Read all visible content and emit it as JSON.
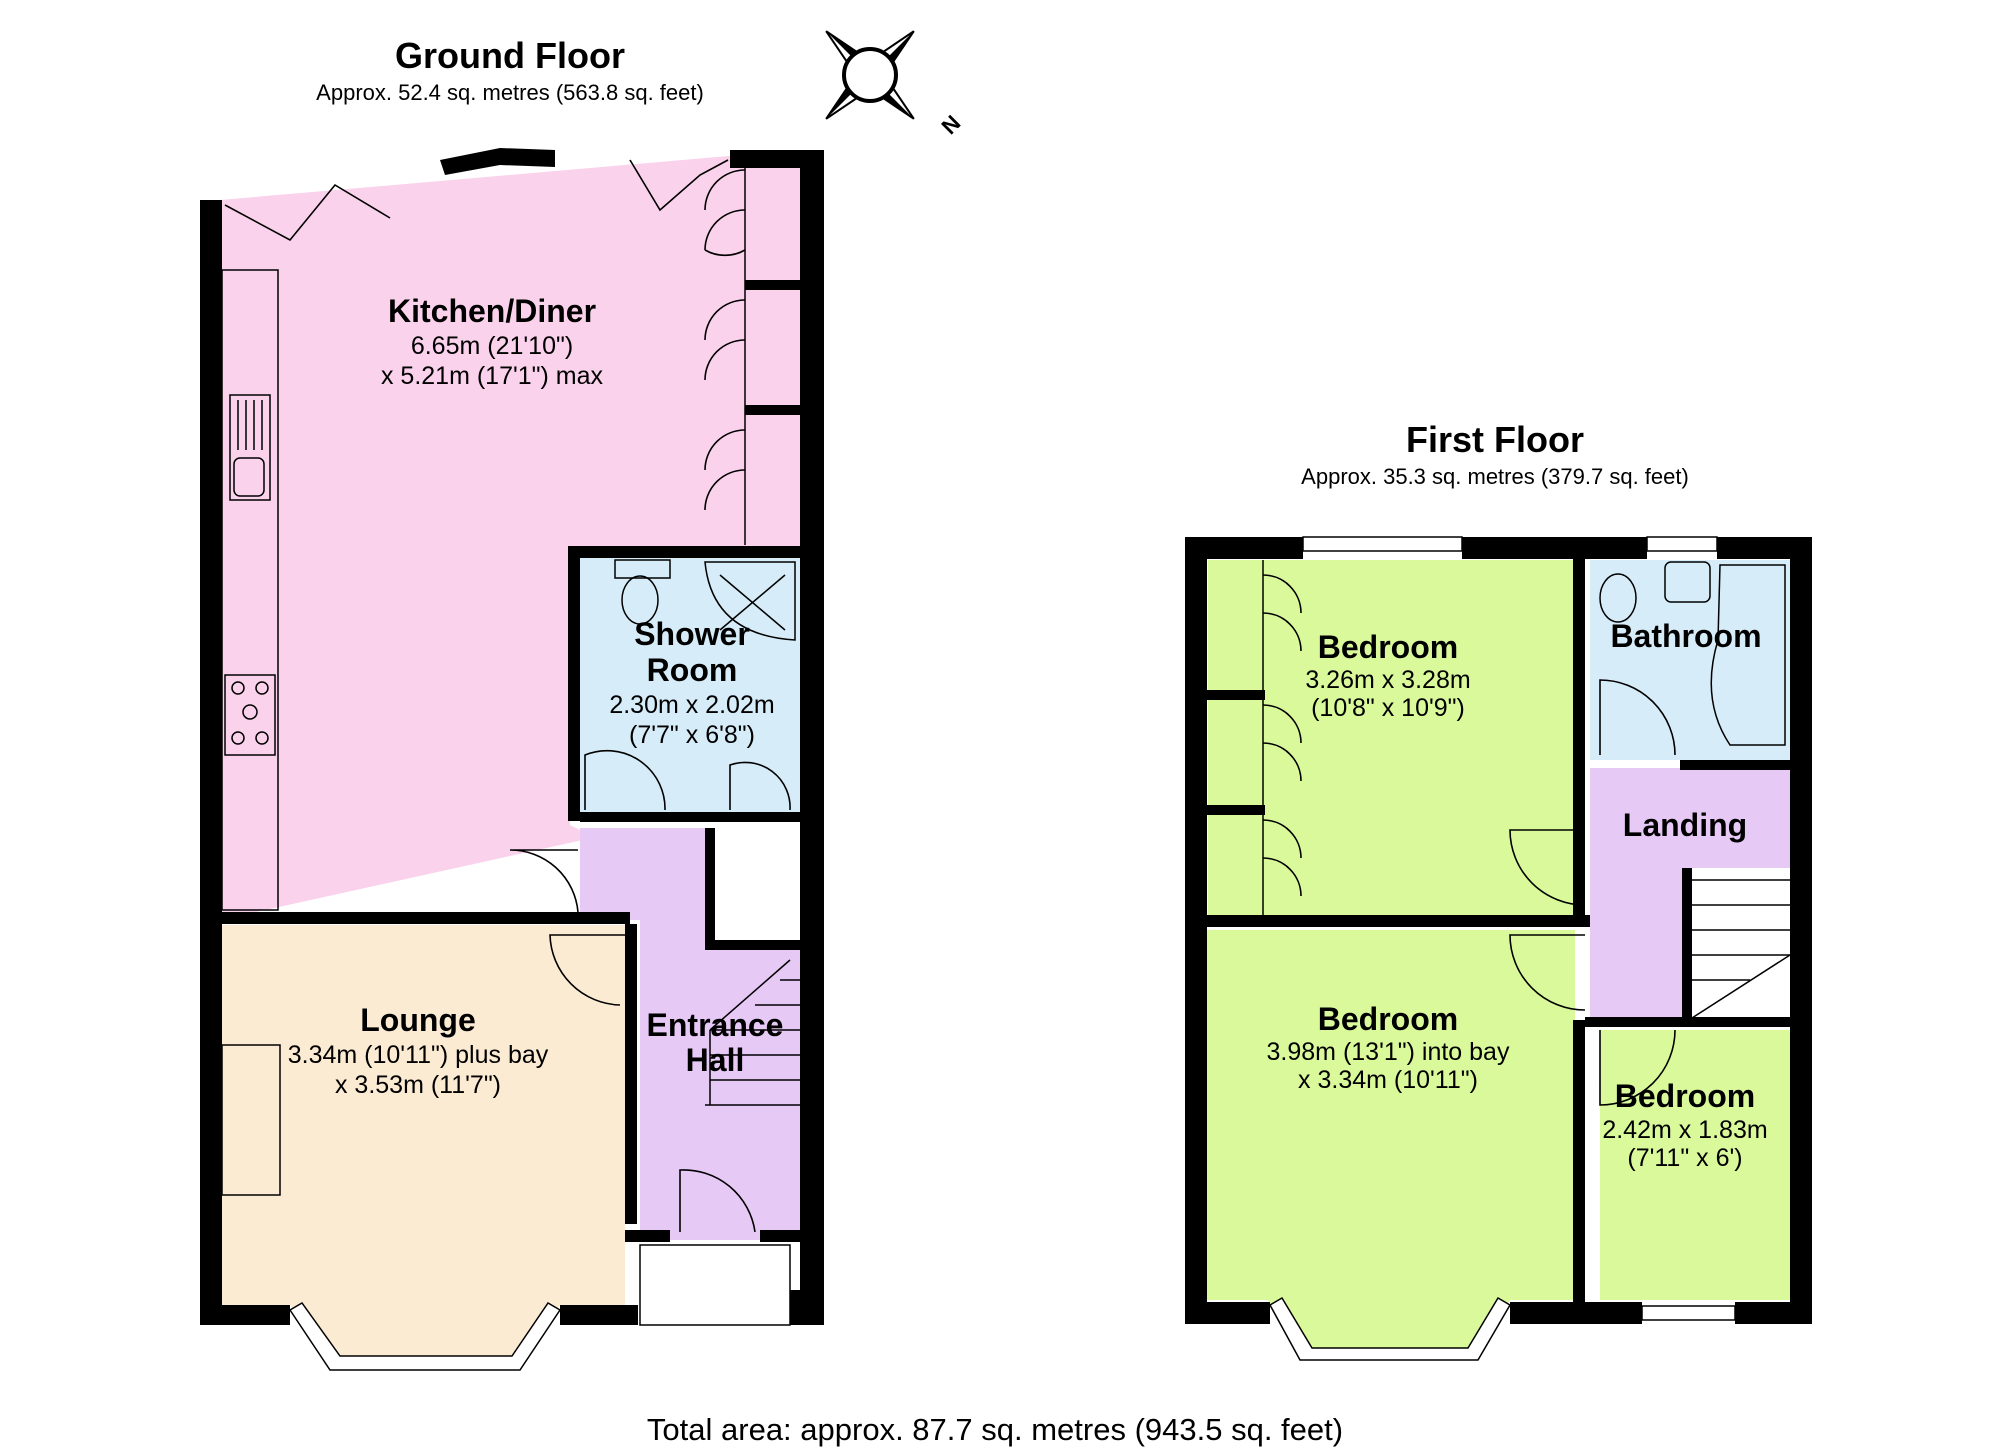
{
  "ground_floor": {
    "title": "Ground Floor",
    "area": "Approx. 52.4 sq. metres (563.8 sq. feet)",
    "rooms": {
      "kitchen": {
        "name": "Kitchen/Diner",
        "dim1": "6.65m (21'10\")",
        "dim2": "x 5.21m (17'1\") max",
        "color": "#fad2ec"
      },
      "shower": {
        "name1": "Shower",
        "name2": "Room",
        "dim1": "2.30m x 2.02m",
        "dim2": "(7'7\" x 6'8\")",
        "color": "#d6ecf8"
      },
      "lounge": {
        "name": "Lounge",
        "dim1": "3.34m (10'11\") plus bay",
        "dim2": "x 3.53m (11'7\")",
        "color": "#fcebd3"
      },
      "hall": {
        "name1": "Entrance",
        "name2": "Hall",
        "color": "#e7c9f6"
      }
    }
  },
  "first_floor": {
    "title": "First Floor",
    "area": "Approx. 35.3 sq. metres (379.7 sq. feet)",
    "rooms": {
      "bedroom1": {
        "name": "Bedroom",
        "dim1": "3.26m x 3.28m",
        "dim2": "(10'8\" x 10'9\")",
        "color": "#d9f99b"
      },
      "bathroom": {
        "name": "Bathroom",
        "color": "#d6ecf8"
      },
      "landing": {
        "name": "Landing",
        "color": "#e7c9f6"
      },
      "bedroom2": {
        "name": "Bedroom",
        "dim1": "3.98m (13'1\") into bay",
        "dim2": "x 3.34m (10'11\")",
        "color": "#d9f99b"
      },
      "bedroom3": {
        "name": "Bedroom",
        "dim1": "2.42m x 1.83m",
        "dim2": "(7'11\" x 6')",
        "color": "#d9f99b"
      }
    }
  },
  "compass": {
    "label": "N"
  },
  "total_area": "Total area: approx. 87.7 sq. metres (943.5 sq. feet)"
}
